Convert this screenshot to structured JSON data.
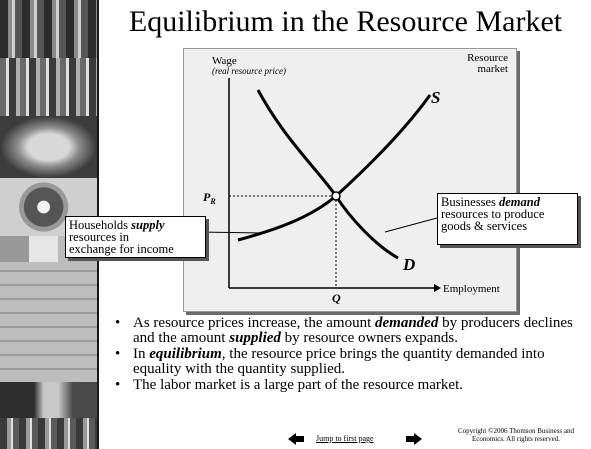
{
  "slide": {
    "title": "Equilibrium in the Resource Market"
  },
  "sidebar": {
    "images": [
      "people-crowd-photo",
      "people-crowd-photo",
      "world-map-photo",
      "pie-chart-photo",
      "dollar-bill-photo",
      "building-cube-drawing",
      "handshake-photo",
      "people-crowd-photo"
    ]
  },
  "chart": {
    "wage_label": "Wage",
    "wage_sublabel": "(real resource price)",
    "market_label_1": "Resource",
    "market_label_2": "market",
    "supply_label": "S",
    "demand_label": "D",
    "price_label": "P",
    "price_subscript": "R",
    "quantity_label": "Q",
    "employment_label": "Employment"
  },
  "callouts": {
    "households_pre": "Households ",
    "households_em": "supply",
    "households_line2": "resources in",
    "households_line3": "exchange for income",
    "businesses_pre": "Businesses ",
    "businesses_em": "demand",
    "businesses_line2": "resources to produce",
    "businesses_line3": "goods & services"
  },
  "bullets": {
    "b1_a": "As resource prices increase, the amount ",
    "b1_em1": "demanded",
    "b1_b": " by producers declines and the amount ",
    "b1_em2": "supplied",
    "b1_c": " by resource owners expands.",
    "b2_a": "In ",
    "b2_em": "equilibrium",
    "b2_b": ", the resource price brings the quantity demanded into equality with the quantity supplied.",
    "b3": "The labor market is a large part of the resource market."
  },
  "footer": {
    "jump_link": "Jump to first page",
    "copyright_1": "Copyright ©2006  Thomson Business and",
    "copyright_2": "Economics. All rights reserved."
  }
}
